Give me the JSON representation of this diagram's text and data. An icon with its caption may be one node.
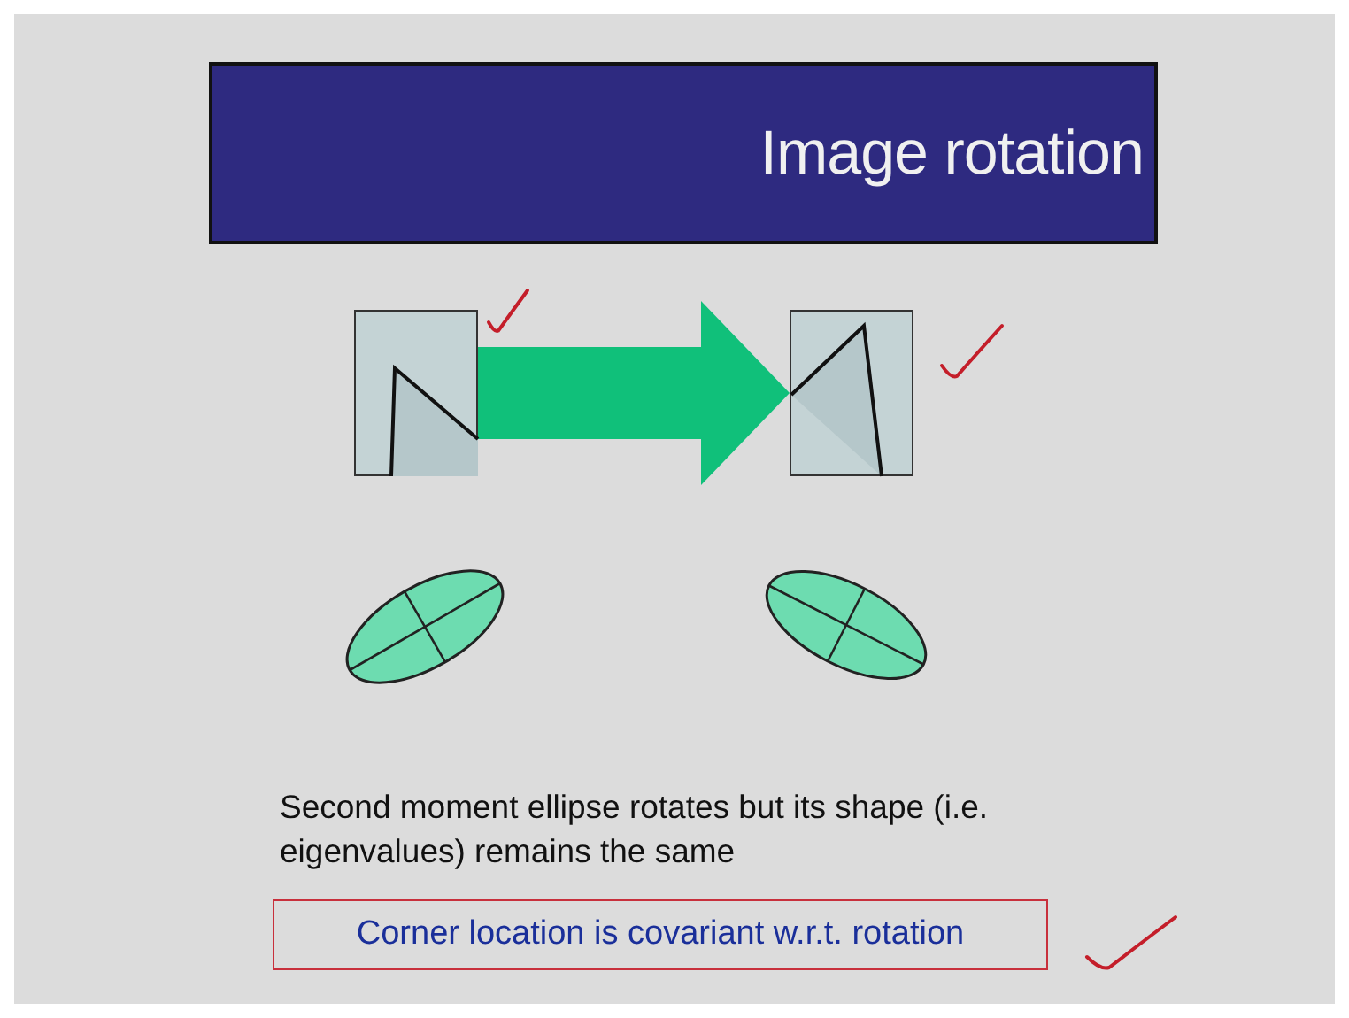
{
  "diagram": {
    "title": "Image rotation",
    "nodes": [
      {
        "text": [],
        "shape": "picture"
      },
      {
        "text": [],
        "shape": "picture"
      },
      {
        "text": [
          "Corner location is covariant w.r.t. rotation"
        ]
      }
    ],
    "edges": [
      {
        "from": 0,
        "to": 1,
        "arrow": "to"
      }
    ],
    "labels": [
      "Second moment ellipse rotates but its shape (i.e. eigenvalues) remains the same"
    ]
  }
}
